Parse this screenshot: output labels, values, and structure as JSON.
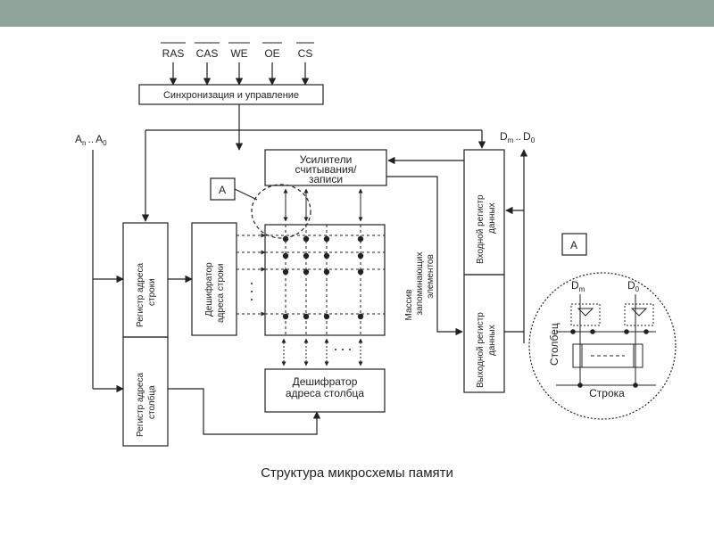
{
  "signals": {
    "ras": "RAS",
    "cas": "CAS",
    "we": "WE",
    "oe": "OE",
    "cs": "CS"
  },
  "blocks": {
    "sync": "Синхронизация и управление",
    "sense_line1": "Усилители",
    "sense_line2": "считывания/",
    "sense_line3": "записи",
    "row_reg_1": "Регистр адреса",
    "row_reg_2": "строки",
    "row_dec_1": "Дешифратор",
    "row_dec_2": "адреса строки",
    "col_reg_1": "Регистр адреса",
    "col_reg_2": "столбца",
    "col_dec_1": "Дешифратор",
    "col_dec_2": "адреса столбца",
    "in_reg_1": "Входной регистр",
    "in_reg_2": "данных",
    "out_reg_1": "Выходной регистр",
    "out_reg_2": "данных",
    "array_1": "Массив",
    "array_2": "запоминающих",
    "array_3": "элементов"
  },
  "address_bus": {
    "an": "A",
    "an_sub": "n",
    "dots": "..",
    "a0": "A",
    "a0_sub": "0"
  },
  "data_bus": {
    "dm": "D",
    "dm_sub": "m",
    "dots": "..",
    "d0": "D",
    "d0_sub": "0"
  },
  "callout": {
    "label_main": "A",
    "label_detail": "A"
  },
  "detail": {
    "dm": "D",
    "dm_sub": "m",
    "d0": "D",
    "d0_sub": "0",
    "column": "Столбец",
    "row": "Строка"
  },
  "caption": "Структура микросхемы памяти",
  "colors": {
    "topbar": "#8fa39a",
    "ink": "#222222"
  }
}
